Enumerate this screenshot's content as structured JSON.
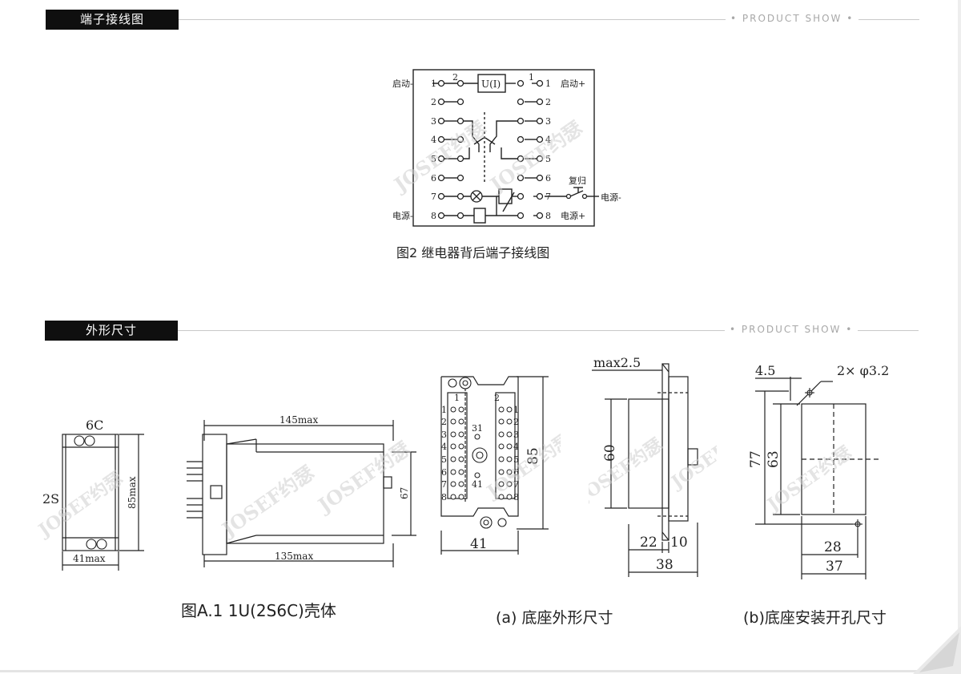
{
  "section1": {
    "title": "端子接线图",
    "tagline": "• PRODUCT SHOW •"
  },
  "section2": {
    "title": "外形尺寸",
    "tagline": "• PRODUCT SHOW •"
  },
  "wiring": {
    "caption": "图2  继电器背后端子接线图",
    "left_top_label": "启动-",
    "right_top_label": "启动+",
    "left_bottom_label": "电源-",
    "right_bottom_label": "电源+",
    "reset_label": "复归",
    "reset_out_label": "电源-",
    "coil_label": "U(I)",
    "coil_left_num": "2",
    "coil_right_num": "1",
    "terminal_numbers": [
      "1",
      "2",
      "3",
      "4",
      "5",
      "6",
      "7",
      "8"
    ]
  },
  "housing": {
    "caption": "图A.1  1U(2S6C)壳体",
    "front_top": "6C",
    "front_side": "2S",
    "front_height": "85max",
    "front_width": "41max",
    "side_top": "145max",
    "side_bottom": "135max",
    "side_height": "67"
  },
  "base": {
    "caption": "(a) 底座外形尺寸",
    "col_left": "1",
    "col_right": "2",
    "inner_top": "31",
    "inner_bottom": "41",
    "row_numbers": [
      "1",
      "2",
      "3",
      "4",
      "5",
      "6",
      "7",
      "8"
    ],
    "height": "85",
    "width": "41",
    "side_max": "max2.5",
    "side_height": "60",
    "side_a": "22",
    "side_b": "10",
    "side_total": "38"
  },
  "cutout": {
    "caption": "(b)底座安装开孔尺寸",
    "top_left": "4.5",
    "top_right": "2× φ3.2",
    "outer_height": "77",
    "inner_height": "63",
    "inner_width": "28",
    "outer_width": "37"
  },
  "watermark": "JOSEF约瑟"
}
